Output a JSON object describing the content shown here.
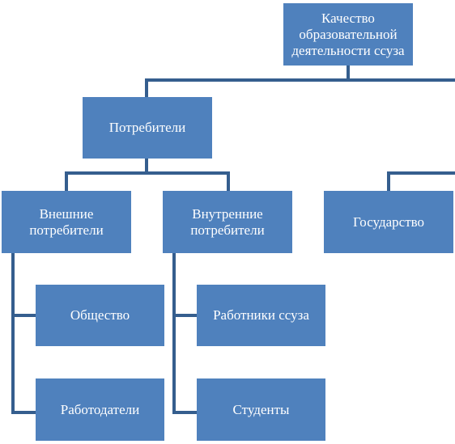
{
  "nodes": {
    "root": "Качество\nобразовательной\nдеятельности ссуза",
    "consumers": "Потребители",
    "external": "Внешние\nпотребители",
    "internal": "Внутренние\nпотребители",
    "state": "Государство",
    "society": "Общество",
    "employers": "Работодатели",
    "staff": "Работники ссуза",
    "students": "Студенты"
  },
  "colors": {
    "node_fill": "#4f81bd",
    "connector": "#355e8e",
    "text": "#ffffff"
  }
}
